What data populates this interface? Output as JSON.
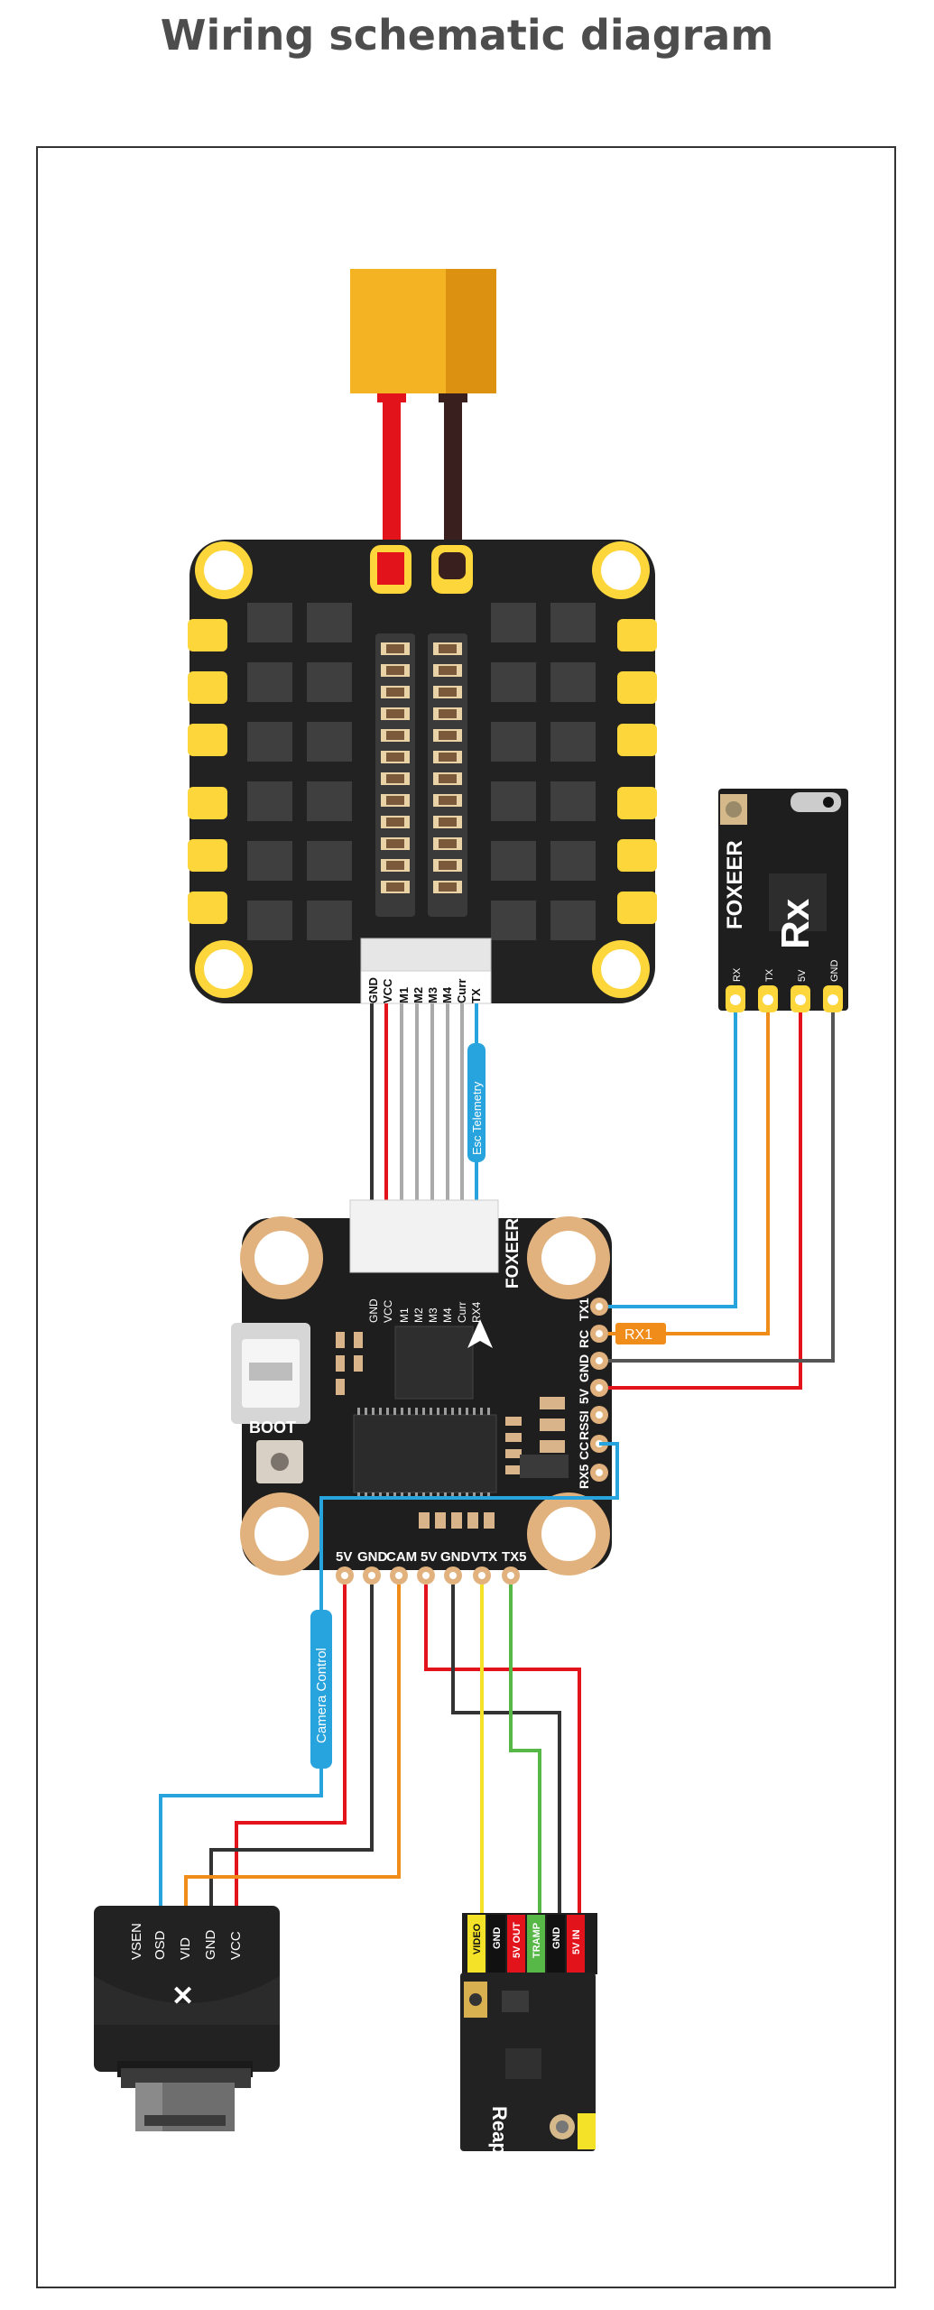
{
  "title": "Wiring schematic diagram",
  "esc": {
    "pins": [
      "GND",
      "VCC",
      "M1",
      "M2",
      "M3",
      "M4",
      "Curr",
      "TX"
    ]
  },
  "fc": {
    "brand": "FOXEER",
    "top_pins": [
      "GND",
      "VCC",
      "M1",
      "M2",
      "M3",
      "M4",
      "Curr",
      "RX4"
    ],
    "right_pins": [
      "TX1",
      "RC",
      "GND",
      "5V",
      "RSSI",
      "CC",
      "RX5"
    ],
    "bottom_pins": [
      "5V",
      "GND",
      "CAM",
      "5V",
      "GND",
      "VTX",
      "TX5"
    ],
    "boot_label": "BOOT"
  },
  "receiver": {
    "brand": "FOXEER",
    "model": "Rx",
    "pins": [
      "RX",
      "TX",
      "5V",
      "GND"
    ]
  },
  "labels": {
    "esc_telemetry": "Esc Telemetry",
    "rx1": "RX1",
    "camera_control": "Camera Control"
  },
  "camera": {
    "pins": [
      "VSEN",
      "OSD",
      "VID",
      "GND",
      "VCC"
    ]
  },
  "vtx": {
    "name": "Reaper",
    "pins": [
      "VIDEO",
      "GND",
      "5V OUT",
      "TRAMP",
      "GND",
      "5V IN"
    ]
  },
  "colors": {
    "red": "#e3131b",
    "black": "#333333",
    "blue": "#27a3dd",
    "orange": "#f08c1a",
    "yellow": "#f3e227",
    "green": "#57b847",
    "pad": "#fcd63a",
    "board": "#222222"
  }
}
